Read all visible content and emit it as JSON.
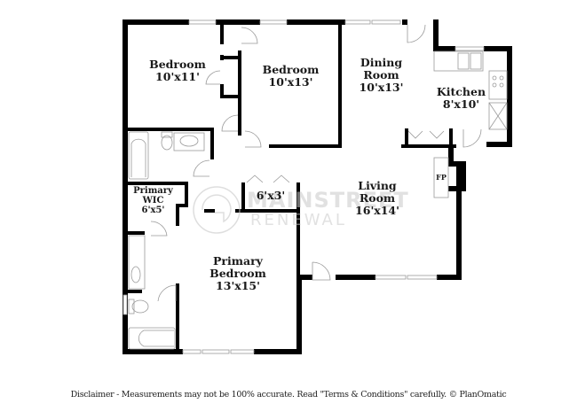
{
  "floorplan": {
    "rooms": [
      {
        "id": "bedroom-1",
        "name": "Bedroom",
        "size": "10'x11'"
      },
      {
        "id": "bedroom-2",
        "name": "Bedroom",
        "size": "10'x13'"
      },
      {
        "id": "dining-room",
        "name_line1": "Dining",
        "name_line2": "Room",
        "size": "10'x13'"
      },
      {
        "id": "kitchen",
        "name": "Kitchen",
        "size": "8'x10'"
      },
      {
        "id": "living-room",
        "name_line1": "Living",
        "name_line2": "Room",
        "size": "16'x14'"
      },
      {
        "id": "primary-wic",
        "name_line1": "Primary",
        "name_line2": "WIC",
        "size": "6'x5'"
      },
      {
        "id": "closet",
        "size": "6'x3'"
      },
      {
        "id": "primary-bedroom",
        "name_line1": "Primary",
        "name_line2": "Bedroom",
        "size": "13'x15'"
      }
    ],
    "fireplace_label": "FP",
    "watermark": {
      "line1": "MAINSTREET",
      "line2": "RENEWAL"
    }
  },
  "footer": {
    "disclaimer": "Disclaimer - Measurements may not be 100% accurate. Read \"Terms & Conditions\" carefully. © PlanOmatic"
  },
  "colors": {
    "wall": "#000000",
    "fixture": "#999999",
    "background": "#ffffff"
  }
}
